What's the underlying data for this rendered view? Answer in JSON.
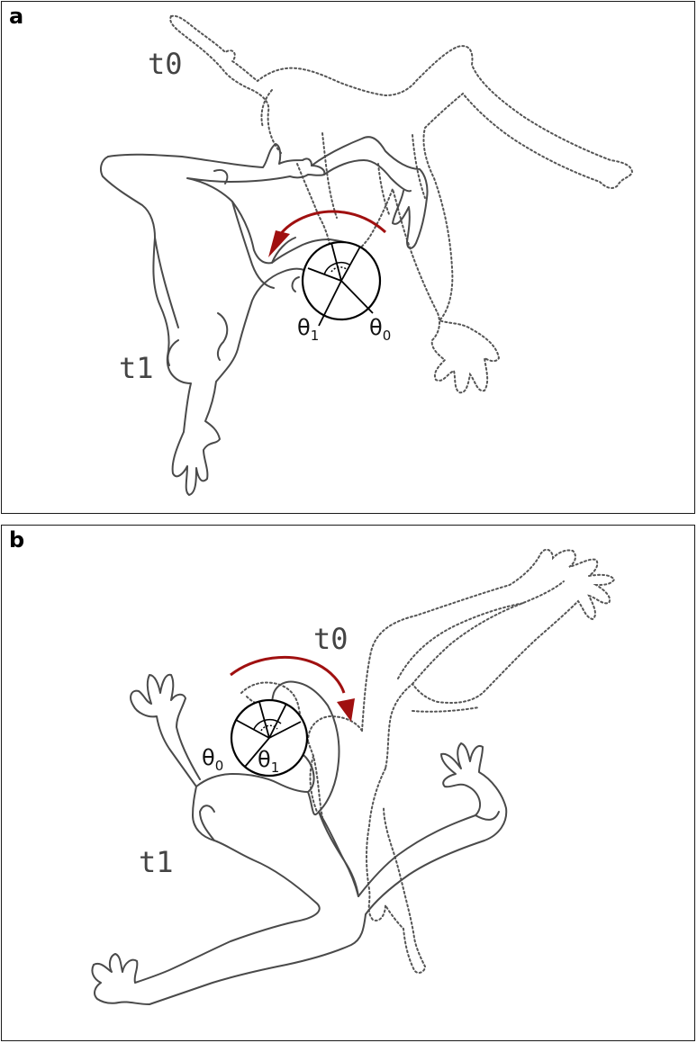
{
  "panels": [
    {
      "letter": "a",
      "t0_label": "t0",
      "t1_label": "t1",
      "theta_a": "θ",
      "theta_a_sub": "1",
      "theta_b": "θ",
      "theta_b_sub": "0",
      "rotation_direction": "counterclockwise",
      "arrow_color": "#a01010"
    },
    {
      "letter": "b",
      "t0_label": "t0",
      "t1_label": "t1",
      "theta_a": "θ",
      "theta_a_sub": "0",
      "theta_b": "θ",
      "theta_b_sub": "1",
      "rotation_direction": "clockwise",
      "arrow_color": "#a01010"
    }
  ]
}
